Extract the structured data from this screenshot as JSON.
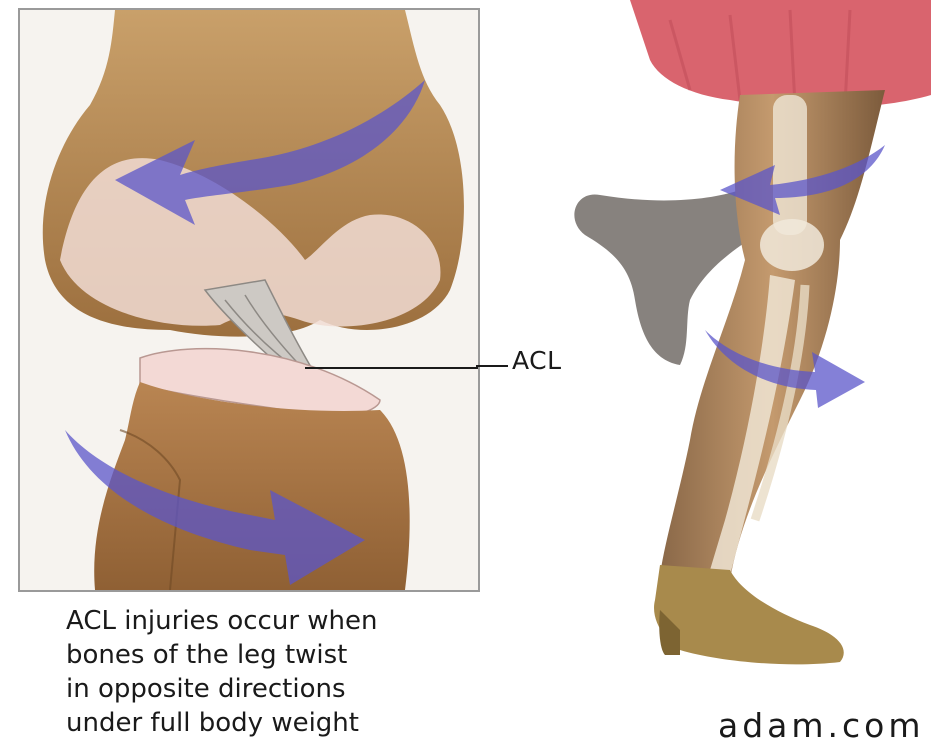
{
  "labels": {
    "acl": "ACL"
  },
  "caption": {
    "lines": [
      "ACL injuries occur when",
      "bones of the leg twist",
      "in opposite directions",
      "under full body weight"
    ]
  },
  "watermark": "adam.com",
  "colors": {
    "bone": "#b98a52",
    "cartilage": "#f3d9d5",
    "ligament": "#c9c5c0",
    "arrow": "#5b55c9",
    "skirt": "#d9646e",
    "skin": "#b08660",
    "shoe": "#a88a4c",
    "frame": "#9a9a9a"
  },
  "icons": {
    "rotation_arrows": "curved-arrow-icon"
  }
}
